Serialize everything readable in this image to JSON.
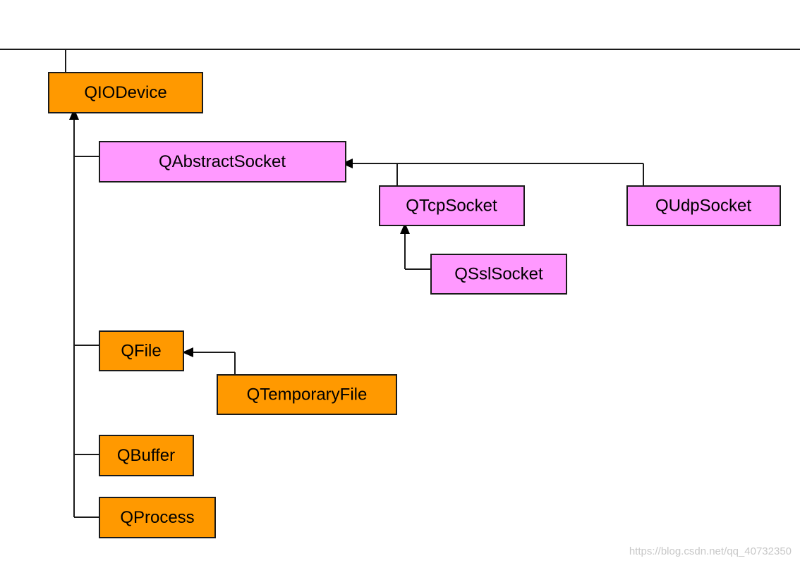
{
  "colors": {
    "base_fill": "#ff9900",
    "socket_fill": "#ff99ff",
    "line": "#1a1a1a",
    "arrow": "#000000"
  },
  "nodes": {
    "qiodevice": {
      "label": "QIODevice",
      "kind": "base"
    },
    "qabstractsocket": {
      "label": "QAbstractSocket",
      "kind": "socket"
    },
    "qtcpsocket": {
      "label": "QTcpSocket",
      "kind": "socket"
    },
    "qudpsocket": {
      "label": "QUdpSocket",
      "kind": "socket"
    },
    "qsslsocket": {
      "label": "QSslSocket",
      "kind": "socket"
    },
    "qfile": {
      "label": "QFile",
      "kind": "base"
    },
    "qtemporaryfile": {
      "label": "QTemporaryFile",
      "kind": "base"
    },
    "qbuffer": {
      "label": "QBuffer",
      "kind": "base"
    },
    "qprocess": {
      "label": "QProcess",
      "kind": "base"
    }
  },
  "edges": [
    {
      "from": "qabstractsocket",
      "to": "qiodevice"
    },
    {
      "from": "qfile",
      "to": "qiodevice"
    },
    {
      "from": "qbuffer",
      "to": "qiodevice"
    },
    {
      "from": "qprocess",
      "to": "qiodevice"
    },
    {
      "from": "qtcpsocket",
      "to": "qabstractsocket"
    },
    {
      "from": "qudpsocket",
      "to": "qabstractsocket"
    },
    {
      "from": "qsslsocket",
      "to": "qtcpsocket"
    },
    {
      "from": "qtemporaryfile",
      "to": "qfile"
    }
  ],
  "watermark": "https://blog.csdn.net/qq_40732350"
}
